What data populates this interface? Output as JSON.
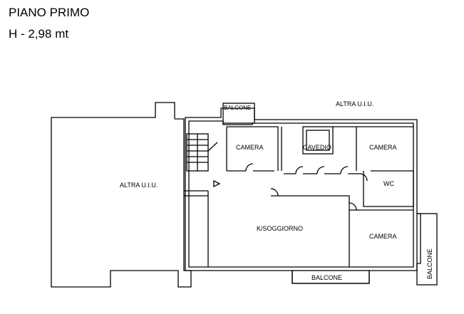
{
  "header": {
    "title": "PIANO PRIMO",
    "height": "H - 2,98 mt"
  },
  "rooms": {
    "altra_top": "ALTRA U.I.U.",
    "altra_left": "ALTRA U.I.U.",
    "balcone_top": "BALCONE",
    "camera_1": "CAMERA",
    "cavedio": "CAVEDIO",
    "camera_2": "CAMERA",
    "wc": "WC",
    "soggiorno": "K/SOGGIORNO",
    "camera_3": "CAMERA",
    "balcone_bottom": "BALCONE",
    "balcone_right": "BALCONE"
  }
}
